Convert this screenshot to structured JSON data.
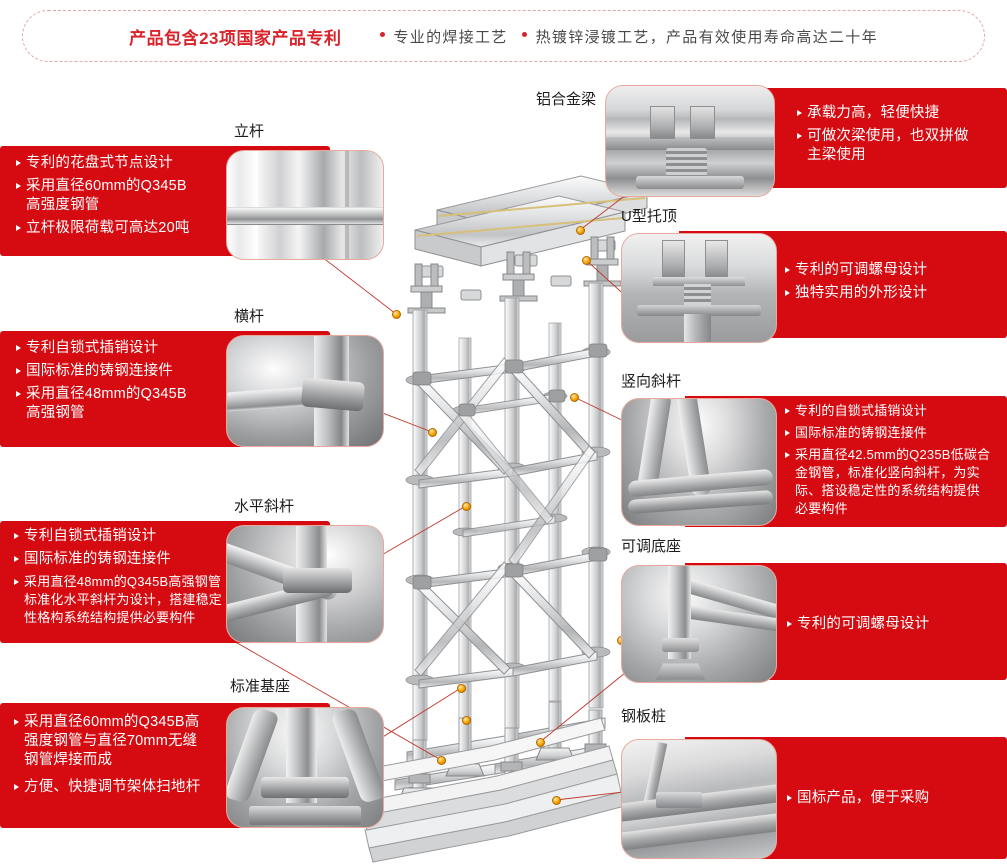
{
  "banner": {
    "title": "产品包含23项国家产品专利",
    "points": [
      "专业的焊接工艺",
      "热镀锌浸镀工艺，产品有效使用寿命高达二十年"
    ],
    "accent_color": "#d8232a",
    "text_color": "#4a4a4a"
  },
  "theme": {
    "red": "#d60b12",
    "label_color": "#1d1d1d",
    "leader_color": "#c0392b",
    "marker_color": "#f5a300"
  },
  "left_cards": [
    {
      "label": "立杆",
      "photo": "vertical-post-rosette-photo",
      "bullets": [
        "专利的花盘式节点设计",
        "采用直径60mm的Q345B\n高强度钢管",
        "立杆极限荷载可高达20吨"
      ]
    },
    {
      "label": "横杆",
      "photo": "ledger-connector-photo",
      "bullets": [
        "专利自锁式插销设计",
        "国际标准的铸钢连接件",
        "采用直径48mm的Q345B\n高强钢管"
      ]
    },
    {
      "label": "水平斜杆",
      "photo": "horizontal-brace-node-photo",
      "bullets": [
        "专利自锁式插销设计",
        "国际标准的铸钢连接件",
        "采用直径48mm的Q345B高强钢管\n标准化水平斜杆为设计，搭建稳定\n性格构系统结构提供必要构件"
      ]
    },
    {
      "label": "标准基座",
      "photo": "standard-base-photo",
      "bullets": [
        "采用直径60mm的Q345B高\n强度钢管与直径70mm无缝\n钢管焊接而成",
        "方便、快捷调节架体扫地杆"
      ]
    }
  ],
  "right_cards": [
    {
      "label": "铝合金梁",
      "photo": "aluminium-beam-photo",
      "bullets": [
        "承载力高，轻便快捷",
        "可做次梁使用，也双拼做\n主梁使用"
      ]
    },
    {
      "label": "U型托顶",
      "photo": "u-head-jack-photo",
      "bullets": [
        "专利的可调螺母设计",
        "独特实用的外形设计"
      ]
    },
    {
      "label": "竖向斜杆",
      "photo": "vertical-diagonal-brace-photo",
      "bullets": [
        "专利的自锁式插销设计",
        "国际标准的铸钢连接件",
        "采用直径42.5mm的Q235B低碳合\n金钢管，标准化竖向斜杆，为实\n际、搭设稳定性的系统结构提供\n必要构件"
      ]
    },
    {
      "label": "可调底座",
      "photo": "adjustable-base-jack-photo",
      "bullets": [
        "专利的可调螺母设计"
      ]
    },
    {
      "label": "钢板桩",
      "photo": "steel-sheet-pile-photo",
      "bullets": [
        "国标产品，便于采购"
      ]
    }
  ],
  "center": {
    "illustration": "shoring-tower-3d-illustration"
  }
}
